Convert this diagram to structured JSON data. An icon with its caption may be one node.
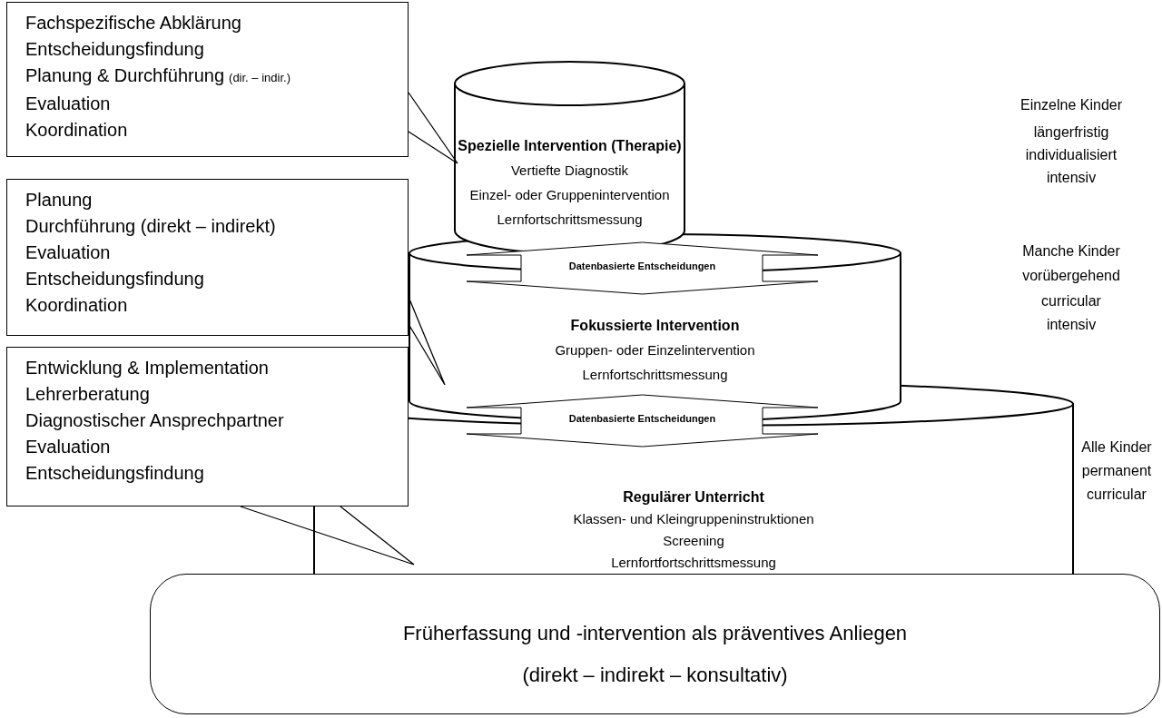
{
  "diagram": {
    "nodes": [
      {
        "text": [
          "Fachspezifische Abklärung",
          "Entscheidungsfindung",
          "Planung & Durchführung",
          "(dir. – indir.)",
          "Evaluation",
          "Koordination"
        ]
      },
      {
        "text": [
          "Spezielle Intervention (Therapie)",
          "Vertiefte Diagnostik",
          "Einzel- oder Gruppenintervention",
          "Lernfortschrittsmessung"
        ]
      },
      {
        "text": [
          "Datenbasierte Entscheidungen"
        ]
      },
      {
        "text": [
          "Planung",
          "Durchführung (direkt – indirekt)",
          "Evaluation",
          "Entscheidungsfindung",
          "Koordination"
        ]
      },
      {
        "text": [
          "Fokussierte Intervention",
          "Gruppen- oder Einzelintervention",
          "Lernfortschrittsmessung"
        ]
      },
      {
        "text": [
          "Entwicklung & Implementation",
          "Lehrerberatung",
          "Diagnostischer Ansprechpartner",
          "Evaluation",
          "Entscheidungsfindung"
        ]
      },
      {
        "text": [
          "Datenbasierte Entscheidungen"
        ]
      },
      {
        "text": [
          "Regulärer Unterricht",
          "Klassen- und Kleingruppeninstruktionen",
          "Screening",
          "Lernfortfortschrittsmessung"
        ]
      },
      {
        "text": [
          "Früherfassung und -intervention als präventives Anliegen",
          "(direkt – indirekt – konsultativ)"
        ]
      }
    ],
    "edges": [
      {
        "from": 0,
        "to": 1,
        "arrow": "none"
      },
      {
        "from": 3,
        "to": 4,
        "arrow": "none"
      },
      {
        "from": 5,
        "to": 7,
        "arrow": "none"
      }
    ],
    "labels": [
      "Einzelne Kinder",
      "längerfristig",
      "individualisiert",
      "intensiv",
      "Manche Kinder",
      "vorübergehend",
      "curricular",
      "intensiv",
      "Alle Kinder",
      "permanent",
      "curricular"
    ]
  }
}
